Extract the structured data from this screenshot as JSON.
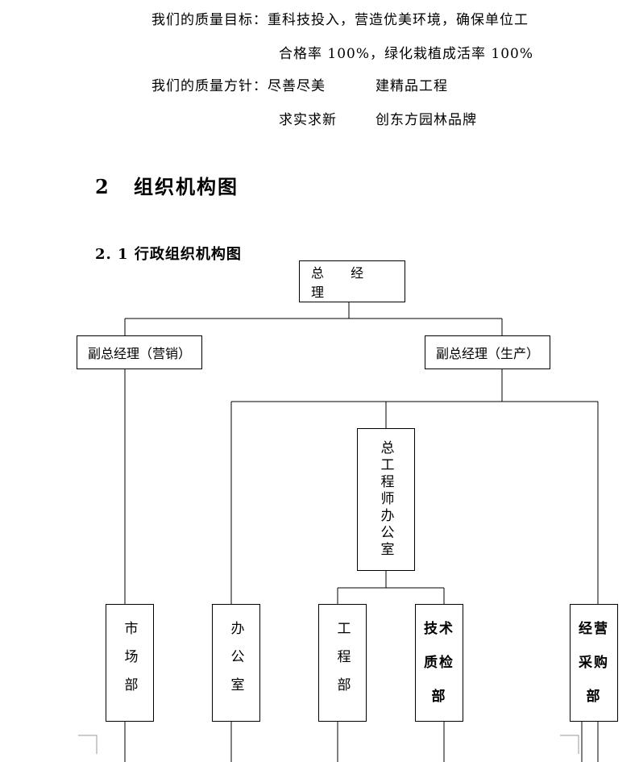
{
  "quality": {
    "goal_label": "我们的质量目标：",
    "goal_line1": "重科技投入，营造优美环境，确保单位工",
    "goal_line2": "合格率 100%，绿化栽植成活率 100%",
    "policy_label": "我们的质量方针：",
    "policy_a1": "尽善尽美",
    "policy_a2": "建精品工程",
    "policy_b1": "求实求新",
    "policy_b2": "创东方园林品牌"
  },
  "section": {
    "number": "2",
    "title": "组织机构图"
  },
  "subsection": {
    "title": "2. 1 行政组织机构图"
  },
  "org": {
    "gm": "总 经 理",
    "vp_sales": "副总经理（营销）",
    "vp_prod": "副总经理（生产）",
    "chief_eng": "总工程师办公室",
    "market": "市场部",
    "office": "办公室",
    "engineering": "工程部",
    "tech_qc": "技术质检部",
    "purchase": "经营采购部"
  }
}
